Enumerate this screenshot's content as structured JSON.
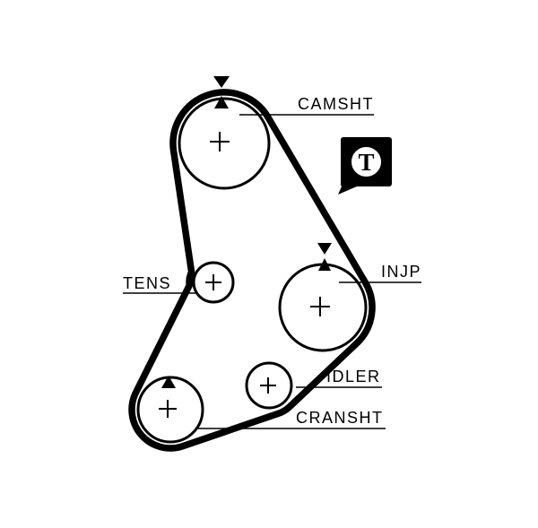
{
  "diagram": {
    "type": "timing-belt-routing",
    "labels": {
      "camshaft": "CAMSHT",
      "tensioner": "TENS",
      "injection_pump": "INJP",
      "idler": "IDLER",
      "crankshaft": "CRANSHT"
    },
    "t_marker": "T",
    "colors": {
      "ink": "#000000",
      "background": "#ffffff"
    }
  }
}
